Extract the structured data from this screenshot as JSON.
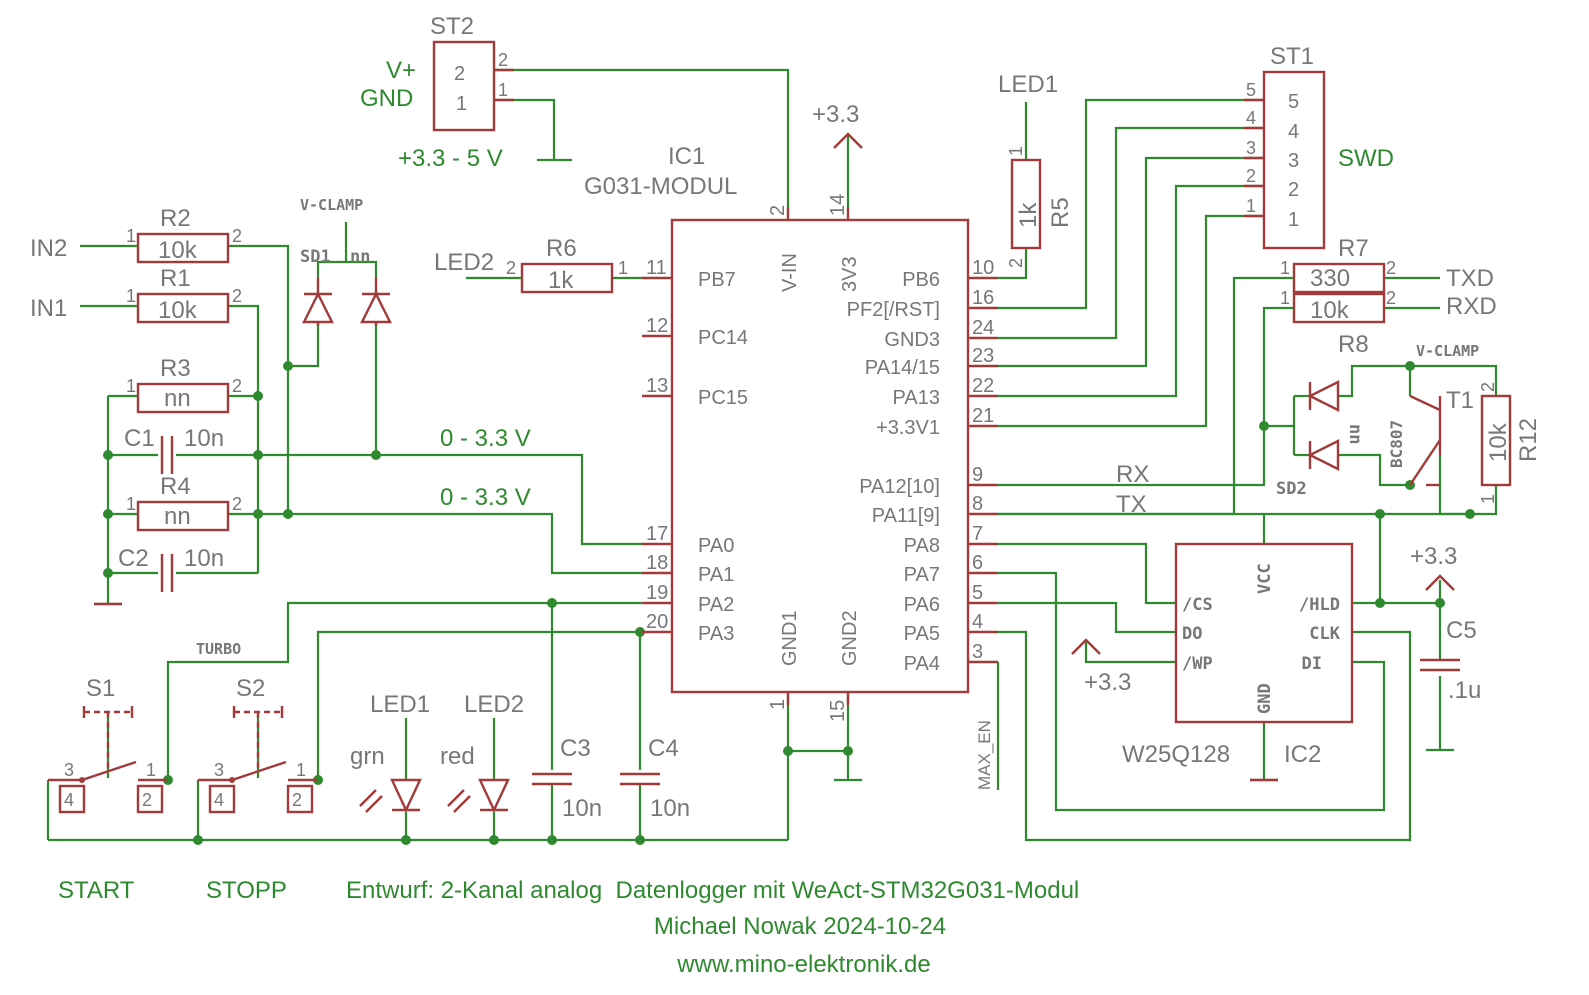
{
  "connectors": {
    "st2": {
      "name": "ST2",
      "pins": [
        "2",
        "1"
      ],
      "rails": [
        "V+",
        "GND"
      ],
      "supply": "+3.3 - 5 V"
    },
    "st1": {
      "name": "ST1",
      "pins": [
        "5",
        "4",
        "3",
        "2",
        "1"
      ],
      "label": "SWD"
    }
  },
  "ic1": {
    "name": "IC1",
    "value": "G031-MODUL",
    "left_pins": [
      {
        "num": "11",
        "name": "PB7"
      },
      {
        "num": "12",
        "name": "PC14"
      },
      {
        "num": "13",
        "name": "PC15"
      },
      {
        "num": "17",
        "name": "PA0"
      },
      {
        "num": "18",
        "name": "PA1"
      },
      {
        "num": "19",
        "name": "PA2"
      },
      {
        "num": "20",
        "name": "PA3"
      }
    ],
    "right_pins": [
      {
        "num": "10",
        "name": "PB6"
      },
      {
        "num": "16",
        "name": "PF2[/RST]"
      },
      {
        "num": "24",
        "name": "GND3"
      },
      {
        "num": "23",
        "name": "PA14/15"
      },
      {
        "num": "22",
        "name": "PA13"
      },
      {
        "num": "21",
        "name": "+3.3V1"
      },
      {
        "num": "9",
        "name": "PA12[10]"
      },
      {
        "num": "8",
        "name": "PA11[9]"
      },
      {
        "num": "7",
        "name": "PA8"
      },
      {
        "num": "6",
        "name": "PA7"
      },
      {
        "num": "5",
        "name": "PA6"
      },
      {
        "num": "4",
        "name": "PA5"
      },
      {
        "num": "3",
        "name": "PA4"
      }
    ],
    "top_pins": [
      {
        "num": "2",
        "name": "V-IN"
      },
      {
        "num": "14",
        "name": "3V3"
      }
    ],
    "bottom_pins": [
      {
        "num": "1",
        "name": "GND1"
      },
      {
        "num": "15",
        "name": "GND2"
      }
    ]
  },
  "ic2": {
    "name": "IC2",
    "value": "W25Q128",
    "left_pins": [
      "/CS",
      "DO",
      "/WP"
    ],
    "right_pins": [
      "/HLD",
      "CLK",
      "DI"
    ],
    "top_pin": "VCC",
    "bottom_pin": "GND"
  },
  "resistors": [
    {
      "name": "R1",
      "value": "10k"
    },
    {
      "name": "R2",
      "value": "10k"
    },
    {
      "name": "R3",
      "value": "nn"
    },
    {
      "name": "R4",
      "value": "nn"
    },
    {
      "name": "R5",
      "value": "1k"
    },
    {
      "name": "R6",
      "value": "1k"
    },
    {
      "name": "R7",
      "value": "330"
    },
    {
      "name": "R8",
      "value": "10k"
    },
    {
      "name": "R12",
      "value": "10k"
    }
  ],
  "capacitors": [
    {
      "name": "C1",
      "value": "10n"
    },
    {
      "name": "C2",
      "value": "10n"
    },
    {
      "name": "C3",
      "value": "10n"
    },
    {
      "name": "C4",
      "value": "10n"
    },
    {
      "name": "C5",
      "value": ".1u"
    }
  ],
  "diodes": {
    "sd1": {
      "name": "SD1",
      "value": "nn",
      "label": "V-CLAMP"
    },
    "sd2": {
      "name": "SD2",
      "value": "nn",
      "label": "V-CLAMP"
    }
  },
  "transistor": {
    "name": "T1",
    "value": "BC807"
  },
  "leds": [
    {
      "name": "LED1",
      "color": "grn"
    },
    {
      "name": "LED2",
      "color": "red"
    }
  ],
  "switches": [
    {
      "name": "S1",
      "pins": [
        "3",
        "1",
        "4",
        "2"
      ]
    },
    {
      "name": "S2",
      "pins": [
        "3",
        "1",
        "4",
        "2"
      ]
    }
  ],
  "nets": {
    "in1": "IN1",
    "in2": "IN2",
    "led1": "LED1",
    "led2": "LED2",
    "turbo": "TURBO",
    "rx": "RX",
    "tx": "TX",
    "txd": "TXD",
    "rxd": "RXD",
    "max_en": "MAX_EN",
    "vref": "0 - 3.3 V",
    "p33": "+3.3",
    "pin1": "1",
    "pin2": "2"
  },
  "footer": {
    "start": "START",
    "stopp": "STOPP",
    "title": "Entwurf: 2-Kanal analog  Datenlogger mit WeAct-STM32G031-Modul",
    "author": "Michael Nowak 2024-10-24",
    "url": "www.mino-elektronik.de"
  }
}
